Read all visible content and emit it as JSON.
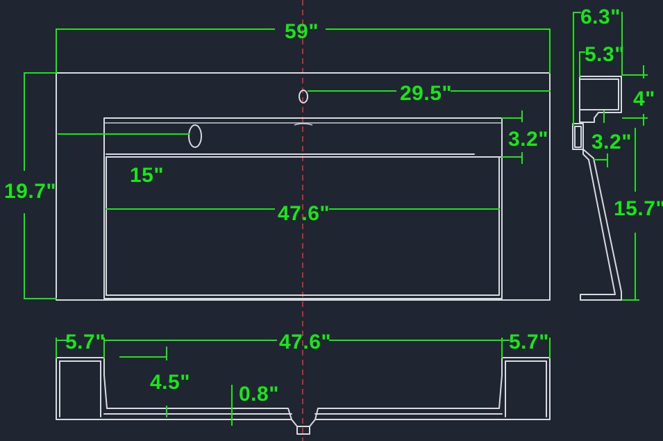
{
  "drawing": {
    "colors": {
      "background": "#1f2531",
      "part_outline": "#d8dbe0",
      "dimension": "#19e619",
      "centerline": "#c62828"
    },
    "dimensions": {
      "overall_width": "59\"",
      "overall_height": "19.7\"",
      "faucet_hole_offset": "29.5\"",
      "overflow_hole_offset": "15\"",
      "basin_width_top": "47.6\"",
      "basin_width_bottom": "47.6\"",
      "front_lip_height": "3.2\"",
      "side_top_depth": "6.3\"",
      "side_inner_depth": "5.3\"",
      "side_top_height": "4\"",
      "side_step_height": "3.2\"",
      "side_total_height": "15.7\"",
      "deck_left_width": "5.7\"",
      "deck_right_width": "5.7\"",
      "basin_depth": "4.5\"",
      "drain_depth": "0.8\""
    }
  }
}
